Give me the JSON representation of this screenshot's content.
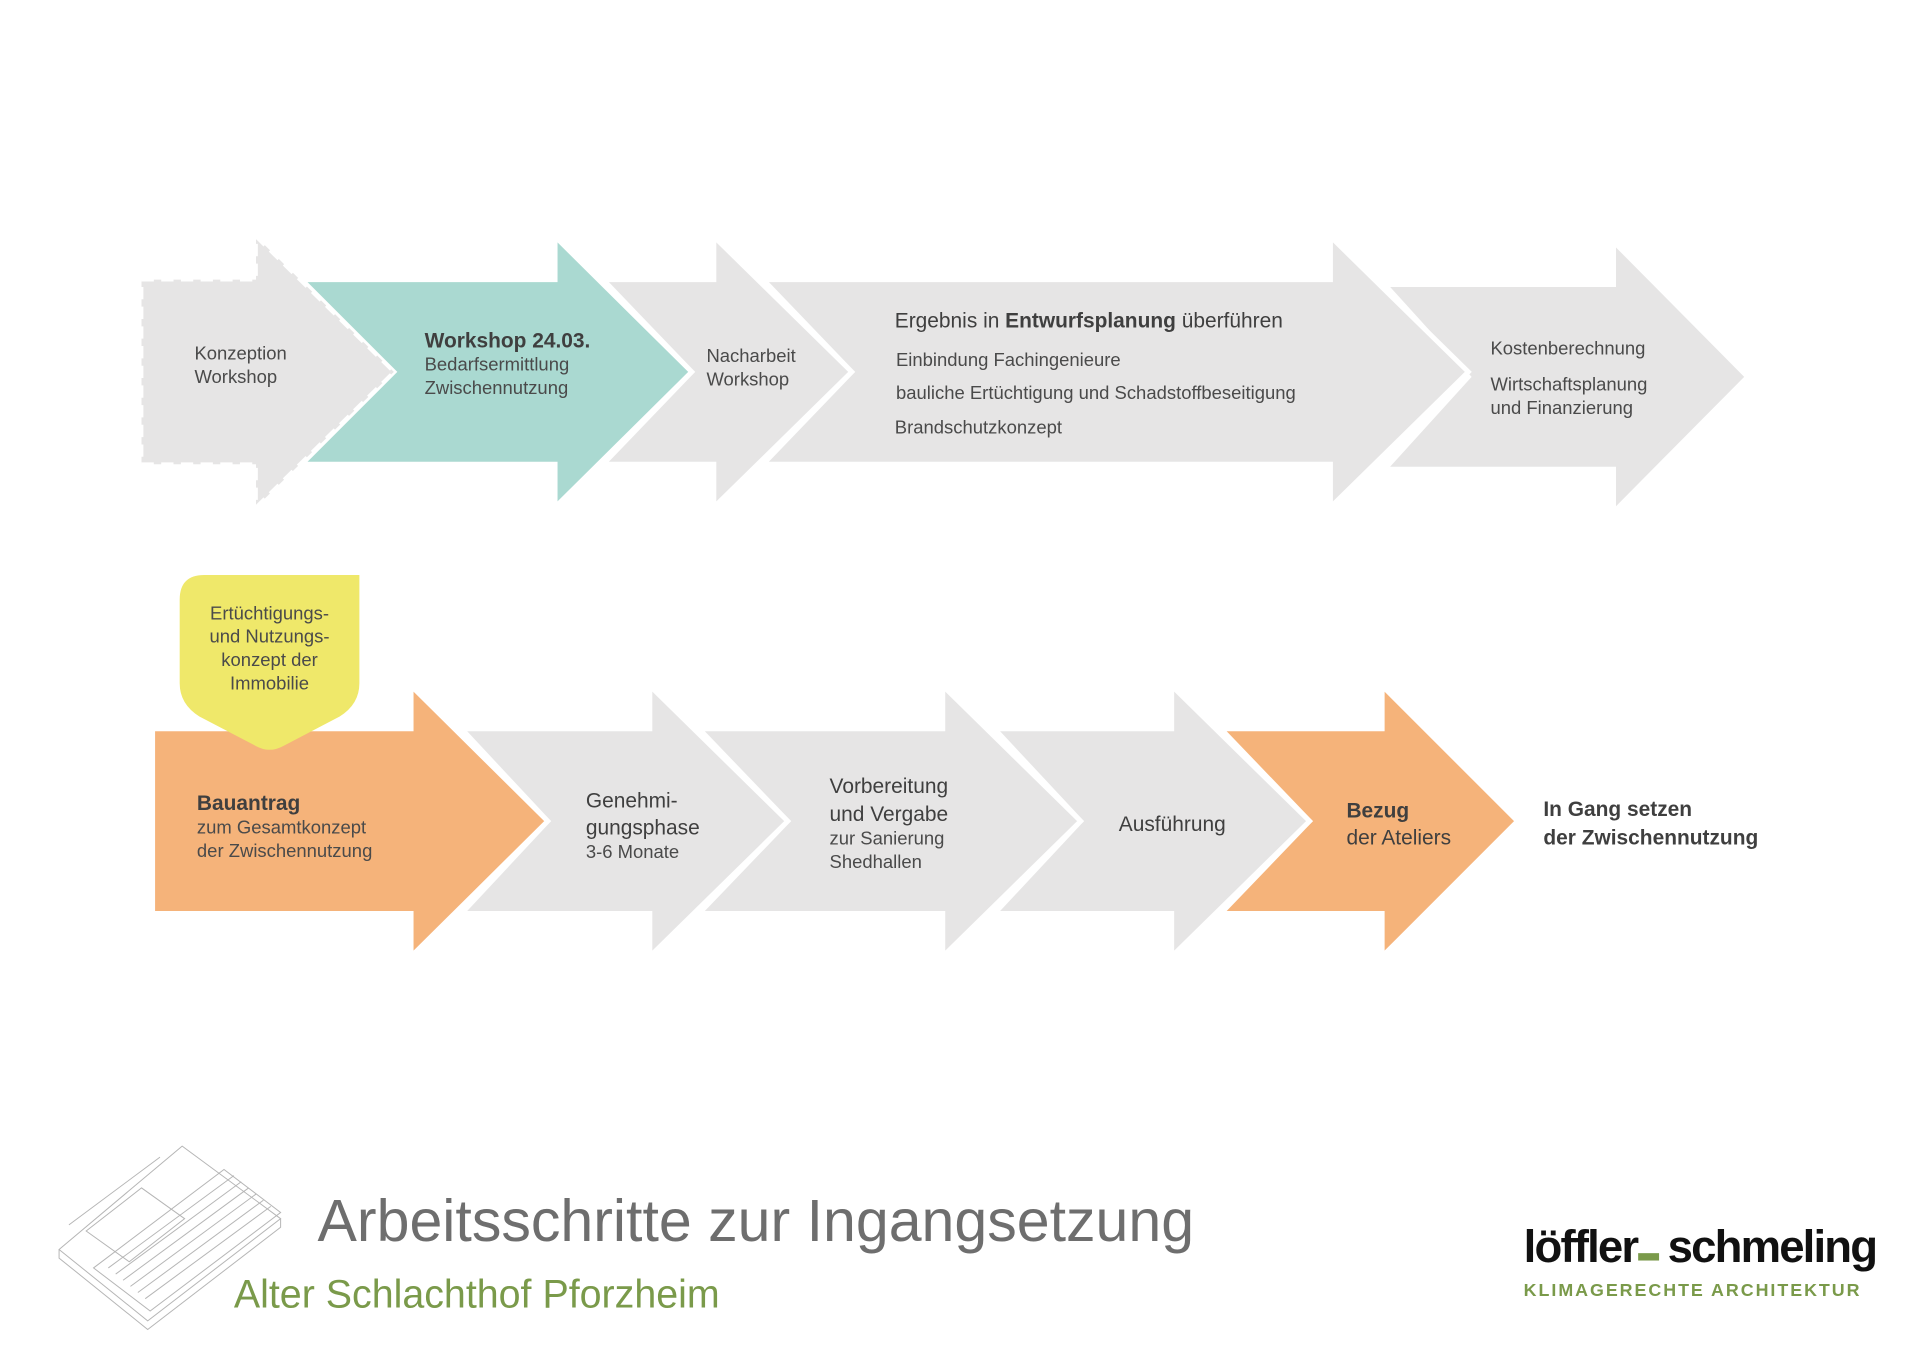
{
  "colors": {
    "teal": "#aad9d1",
    "gray": "#e6e5e5",
    "orange": "#f5b37a",
    "yellow": "#efe86a",
    "green": "#7a9a4a"
  },
  "row1": {
    "konzeption": [
      "Konzeption",
      "Workshop"
    ],
    "workshop": {
      "title": "Workshop 24.03.",
      "lines": [
        "Bedarfsermittlung",
        "Zwischennutzung"
      ]
    },
    "nacharbeit": [
      "Nacharbeit",
      "Workshop"
    ],
    "entwurf": {
      "prefix": "Ergebnis in ",
      "bold": "Entwurfsplanung",
      "suffix": " überführen",
      "lines": [
        "Einbindung Fachingenieure",
        "bauliche Ertüchtigung und Schadstoffbeseitigung",
        "Brandschutzkonzept"
      ]
    },
    "kosten": [
      "Kostenberechnung",
      "Wirtschaftsplanung",
      "und Finanzierung"
    ]
  },
  "tag": [
    "Ertüchtigungs-",
    "und Nutzungs-",
    "konzept der",
    "Immobilie"
  ],
  "row2": {
    "bauantrag": {
      "title": "Bauantrag",
      "lines": [
        "zum Gesamtkonzept",
        "der Zwischennutzung"
      ]
    },
    "genehmigung": {
      "title": [
        "Genehmi-",
        "gungsphase"
      ],
      "sub": "3-6 Monate"
    },
    "vorbereitung": {
      "title": [
        "Vorbereitung",
        "und Vergabe"
      ],
      "lines": [
        "zur Sanierung",
        "Shedhallen"
      ]
    },
    "ausfuehrung": "Ausführung",
    "bezug": {
      "title": "Bezug",
      "sub": "der Ateliers"
    },
    "ingang": [
      "In Gang setzen",
      "der Zwischennutzung"
    ]
  },
  "footer": {
    "title": "Arbeitsschritte zur Ingangsetzung",
    "subtitle": "Alter Schlachthof Pforzheim",
    "logo_left": "löffler",
    "logo_right": "schmeling",
    "tagline": "KLIMAGERECHTE ARCHITEKTUR"
  }
}
